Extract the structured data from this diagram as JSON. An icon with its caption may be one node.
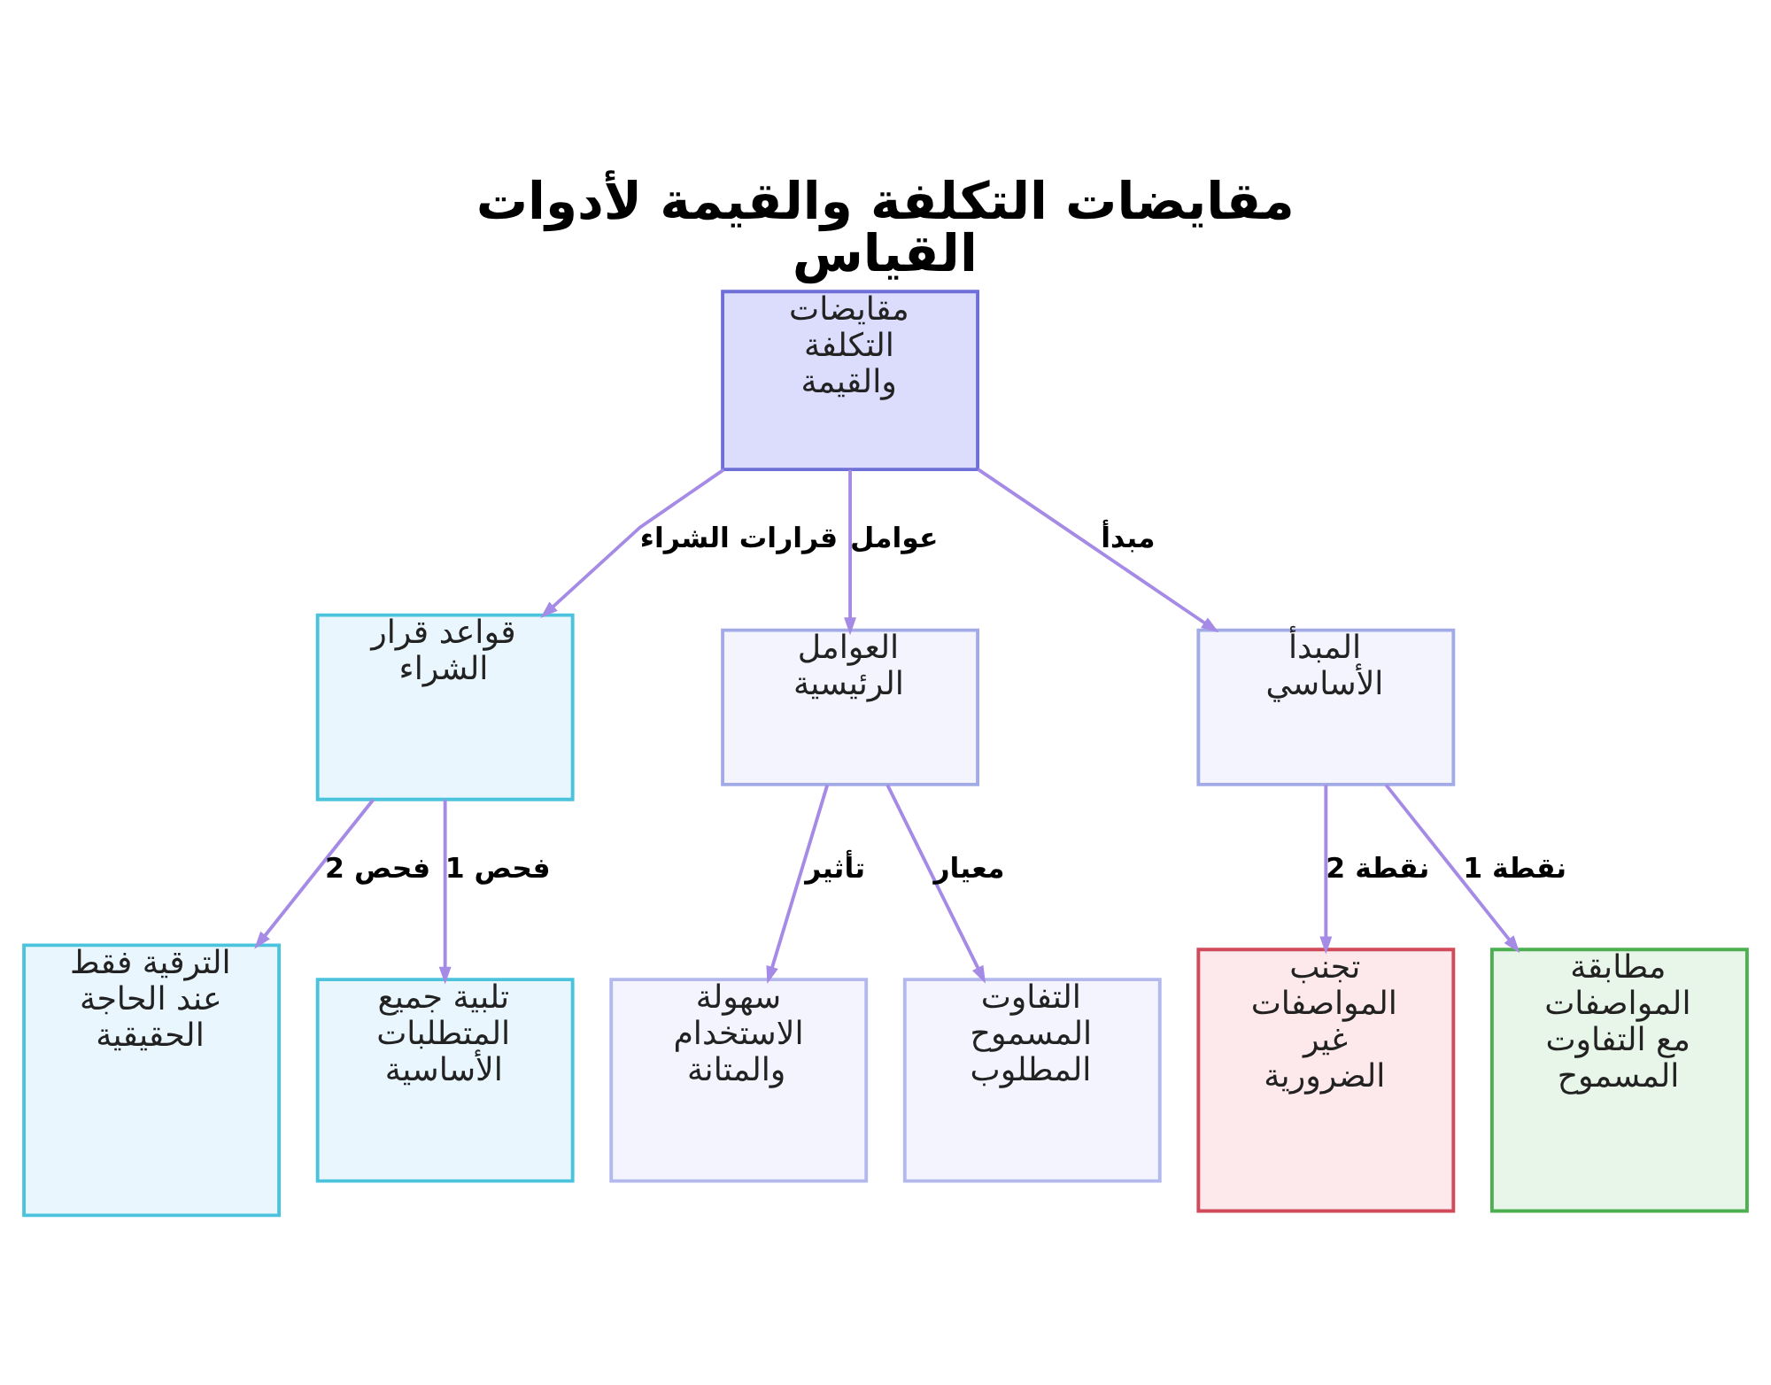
{
  "diagram": {
    "title": "مقايضات التكلفة والقيمة لأدوات القياس",
    "nodes": [
      {
        "text": [
          "مقايضات التكلفة والقيمة"
        ]
      },
      {
        "text": [
          "قواعد قرار الشراء"
        ]
      },
      {
        "text": [
          "العوامل الرئيسية"
        ]
      },
      {
        "text": [
          "المبدأ الأساسي"
        ]
      },
      {
        "text": [
          "الترقية فقط عند الحاجة الحقيقية"
        ]
      },
      {
        "text": [
          "تلبية جميع المتطلبات الأساسية"
        ]
      },
      {
        "text": [
          "سهولة الاستخدام والمتانة"
        ]
      },
      {
        "text": [
          "التفاوت المسموح المطلوب"
        ]
      },
      {
        "text": [
          "تجنب المواصفات غير الضرورية"
        ]
      },
      {
        "text": [
          "مطابقة المواصفات مع التفاوت المسموح"
        ]
      }
    ],
    "edges": [
      {
        "from": 0,
        "to": 1,
        "arrow": "to",
        "label": "قرارات الشراء"
      },
      {
        "from": 0,
        "to": 2,
        "arrow": "to",
        "label": "عوامل"
      },
      {
        "from": 0,
        "to": 3,
        "arrow": "to",
        "label": "مبدأ"
      },
      {
        "from": 1,
        "to": 4,
        "arrow": "to",
        "label": "فحص 2"
      },
      {
        "from": 1,
        "to": 5,
        "arrow": "to",
        "label": "فحص 1"
      },
      {
        "from": 2,
        "to": 6,
        "arrow": "to",
        "label": "تأثير"
      },
      {
        "from": 2,
        "to": 7,
        "arrow": "to",
        "label": "معيار"
      },
      {
        "from": 3,
        "to": 8,
        "arrow": "to",
        "label": "نقطة 2"
      },
      {
        "from": 3,
        "to": 9,
        "arrow": "to",
        "label": "نقطة 1"
      }
    ]
  }
}
